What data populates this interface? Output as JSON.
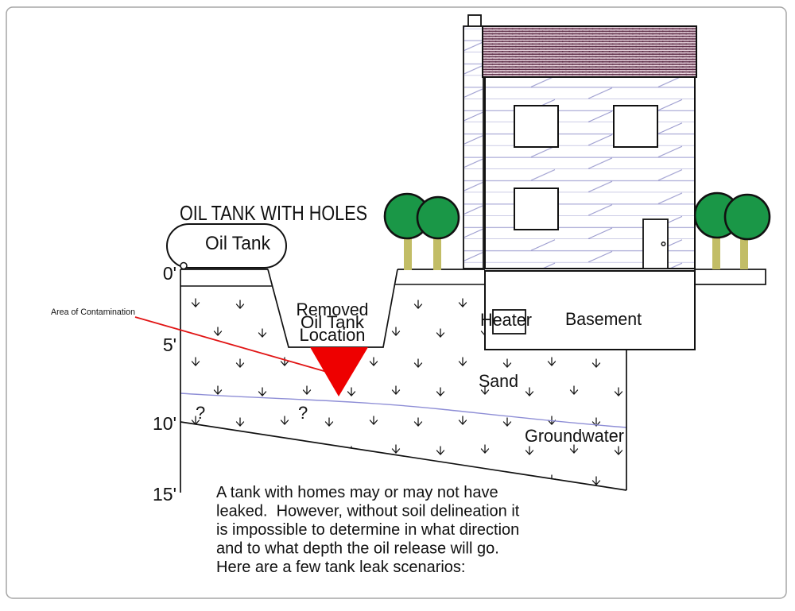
{
  "diagram_title": "OIL TANK WITH HOLES",
  "oil_tank": {
    "label": "Oil Tank"
  },
  "excavation": {
    "label_line1": "Removed",
    "label_line2": "Oil Tank",
    "label_line3": "Location"
  },
  "contamination": {
    "label": "Area of Contamination"
  },
  "depth_scale": {
    "labels": [
      "0'",
      "5'",
      "10'",
      "15'"
    ]
  },
  "house": {
    "basement_label": "Basement",
    "heater_label": "Heater"
  },
  "ground": {
    "sand_label": "Sand",
    "groundwater_label": "Groundwater",
    "question_mark_left": "?",
    "question_mark_right": "?"
  },
  "caption": {
    "lines": [
      "A tank with homes may or may not have",
      "leaked.  However, without soil delineation it",
      "is impossible to determine in what direction",
      "and to what depth the oil release will go.",
      "Here are a few tank leak scenarios:"
    ]
  },
  "colors": {
    "contamination_red": "#e11414",
    "triangle_red": "#ee0000",
    "groundwater_text": "#1a1ad6",
    "groundwater_line": "#8e8ed6",
    "siding_line": "#9a9ace",
    "roof_brick": "#5b2b45",
    "roof_bg": "#e7d3dd",
    "tree_green": "#1a9747",
    "trunk_olive": "#c2bd66",
    "frame_gray": "#a6a6a6"
  }
}
